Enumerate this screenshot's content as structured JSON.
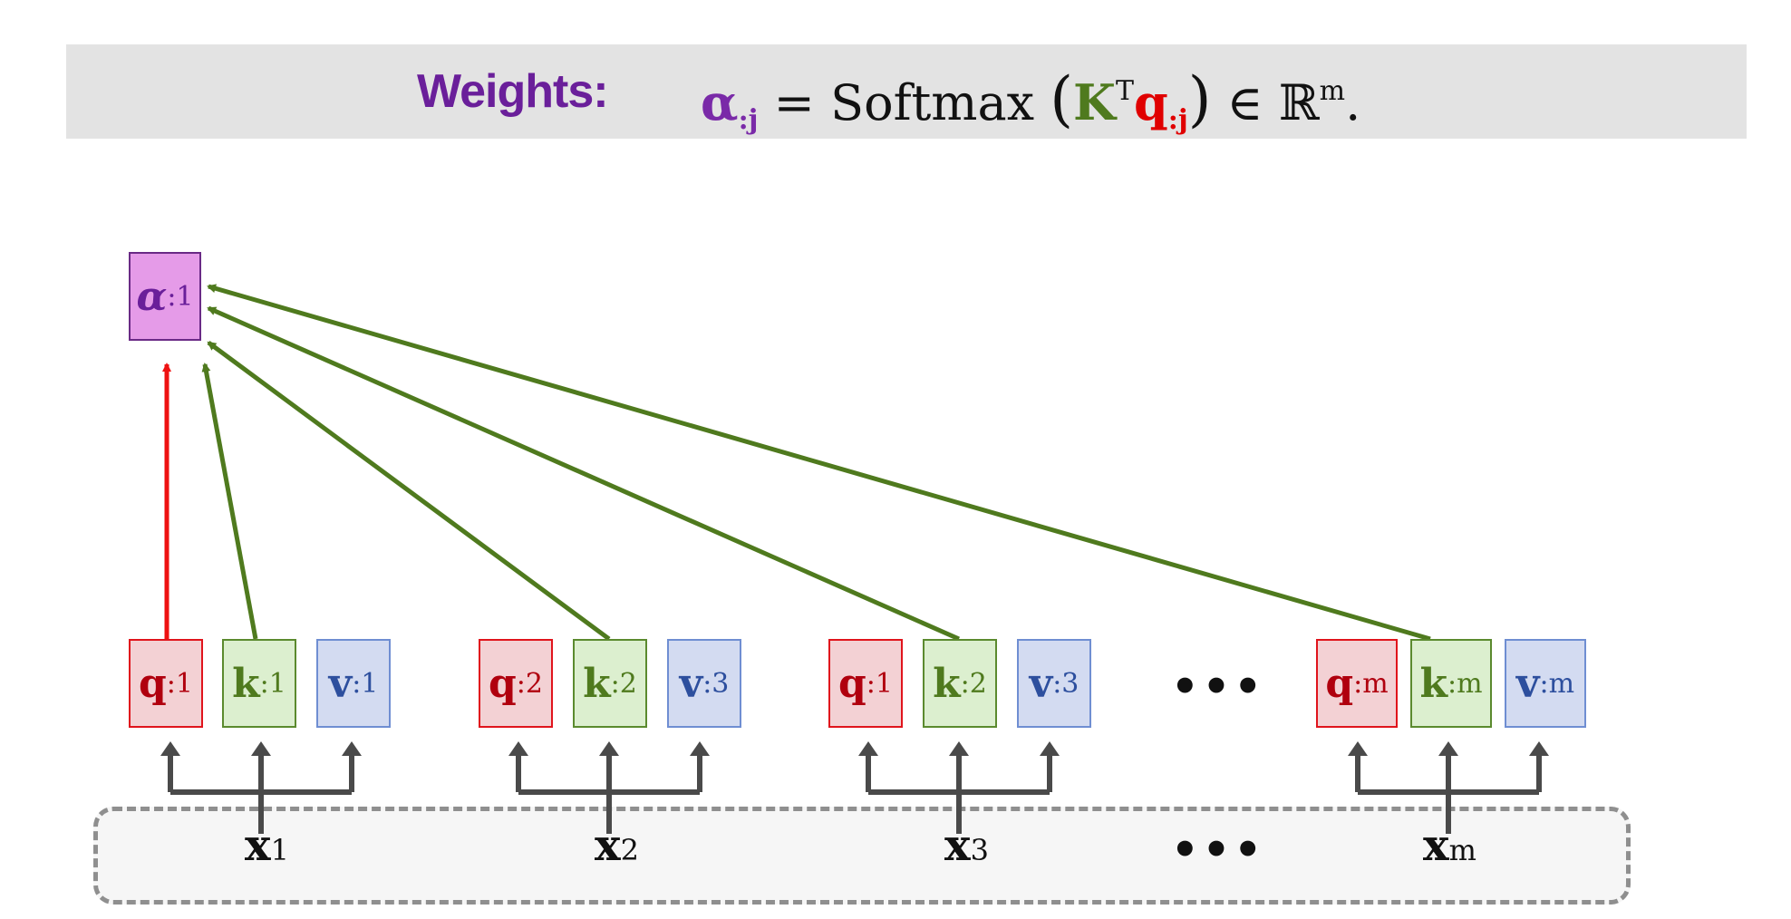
{
  "header": {
    "label": "Weights:",
    "formula": {
      "alpha": "α",
      "alpha_sub": ":j",
      "eq": " = Softmax ",
      "lparen": "(",
      "K": "K",
      "K_sup": "T",
      "q": "q",
      "q_sub": ":j",
      "rparen": ")",
      "tail": " ∈ ℝ",
      "tail_sup": "m",
      "period": "."
    }
  },
  "alpha": {
    "symbol": "α",
    "sub": ":1"
  },
  "groups": [
    {
      "q": {
        "symbol": "q",
        "sub": ":1"
      },
      "k": {
        "symbol": "k",
        "sub": ":1"
      },
      "v": {
        "symbol": "v",
        "sub": ":1"
      },
      "x": {
        "symbol": "x",
        "sub": "1"
      }
    },
    {
      "q": {
        "symbol": "q",
        "sub": ":2"
      },
      "k": {
        "symbol": "k",
        "sub": ":2"
      },
      "v": {
        "symbol": "v",
        "sub": ":3"
      },
      "x": {
        "symbol": "x",
        "sub": "2"
      }
    },
    {
      "q": {
        "symbol": "q",
        "sub": ":1"
      },
      "k": {
        "symbol": "k",
        "sub": ":2"
      },
      "v": {
        "symbol": "v",
        "sub": ":3"
      },
      "x": {
        "symbol": "x",
        "sub": "3"
      }
    },
    {
      "q": {
        "symbol": "q",
        "sub": ":m"
      },
      "k": {
        "symbol": "k",
        "sub": ":m"
      },
      "v": {
        "symbol": "v",
        "sub": ":m"
      },
      "x": {
        "symbol": "x",
        "sub": "m"
      }
    }
  ],
  "ellipsis": "•••",
  "colors": {
    "header_bg": "#e3e3e3",
    "weights_purple": "#6a1f9a",
    "alpha_fill": "#e59be8",
    "query_red": "#e0141c",
    "key_green": "#4f7a1e",
    "value_blue": "#2d4f9e",
    "connector_gray": "#4a4a4a"
  }
}
